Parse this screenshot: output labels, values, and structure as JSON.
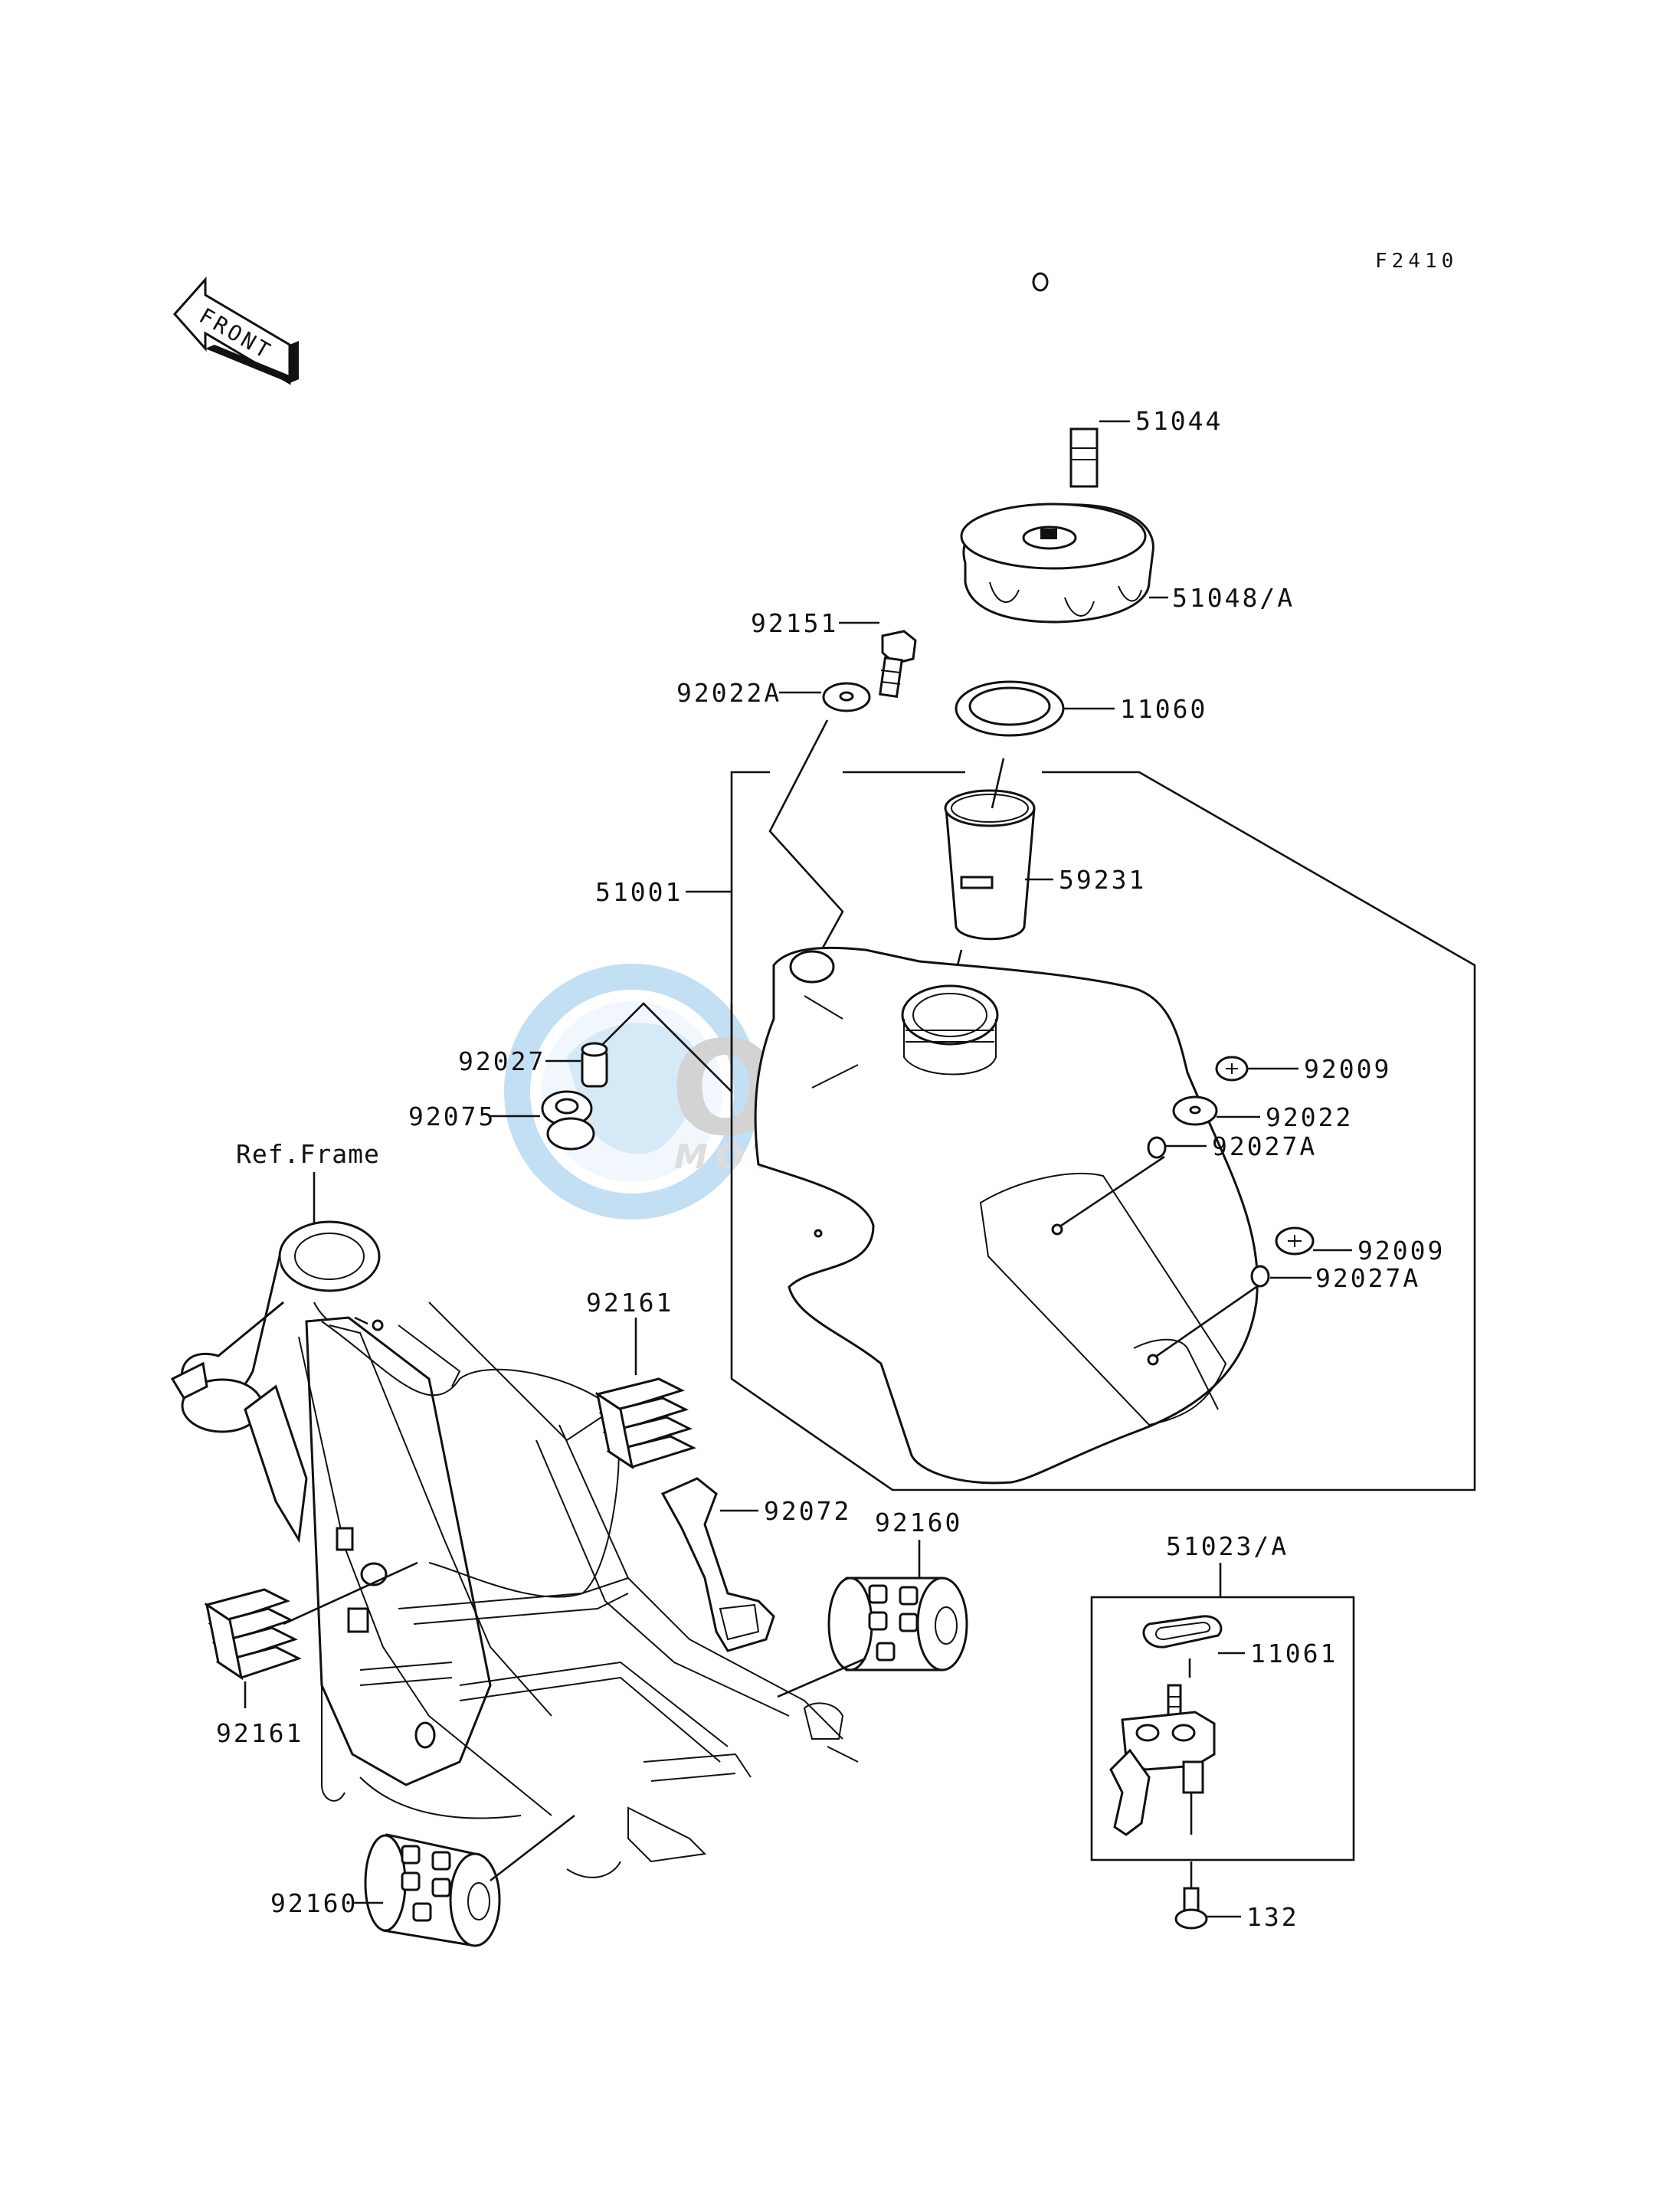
{
  "diagram_code": "F2410",
  "front_indicator": "FRONT",
  "ref_label": "Ref.Frame",
  "watermark": {
    "brand": "OEM",
    "sub": "MOTORPARTS"
  },
  "callouts": {
    "p51044": "51044",
    "p51048A": "51048/A",
    "p92151": "92151",
    "p92022A": "92022A",
    "p11060": "11060",
    "p51001": "51001",
    "p59231": "59231",
    "p92027": "92027",
    "p92075": "92075",
    "p92009a": "92009",
    "p92022": "92022",
    "p92027Aa": "92027A",
    "p92009b": "92009",
    "p92027Ab": "92027A",
    "p92161a": "92161",
    "p92072": "92072",
    "p92160a": "92160",
    "p51023A": "51023/A",
    "p11061": "11061",
    "p92161b": "92161",
    "p132": "132",
    "p92160b": "92160"
  },
  "icons": [
    "front-arrow-icon",
    "fuel-hose",
    "fuel-cap",
    "fuel-tank",
    "fuel-cock",
    "frame"
  ]
}
